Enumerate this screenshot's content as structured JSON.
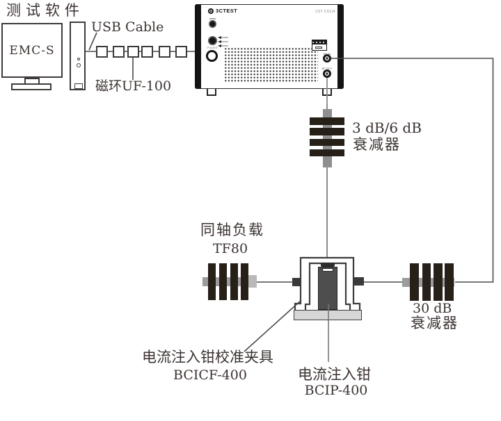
{
  "diagram": {
    "computer": {
      "software_label": "测试软件",
      "screen_label": "EMC-S"
    },
    "cable": {
      "label": "USB Cable",
      "ferrite_label": "磁环UF-100"
    },
    "generator": {
      "brand": "3CTEST",
      "model": "CST CS114",
      "power_label": "POWER",
      "rf_in_label": "RF IN",
      "rf_out_label": "RF OUT"
    },
    "attenuator_small": {
      "line1": "3 dB/6 dB",
      "line2": "衰减器"
    },
    "attenuator_large": {
      "line1": "30 dB",
      "line2": "衰减器"
    },
    "coax_load": {
      "line1": "同轴负载",
      "line2": "TF80"
    },
    "fixture": {
      "line1": "电流注入钳校准夹具",
      "line2": "BCICF-400"
    },
    "probe": {
      "line1": "电流注入钳",
      "line2": "BCIP-400"
    }
  }
}
